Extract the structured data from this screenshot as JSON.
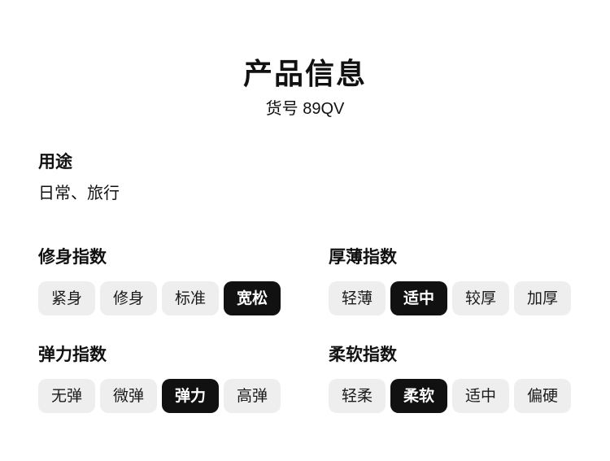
{
  "header": {
    "title": "产品信息",
    "item_number": "货号 89QV"
  },
  "usage": {
    "heading": "用途",
    "value": "日常、旅行"
  },
  "indices": [
    {
      "heading": "修身指数",
      "options": [
        {
          "label": "紧身",
          "selected": false
        },
        {
          "label": "修身",
          "selected": false
        },
        {
          "label": "标准",
          "selected": false
        },
        {
          "label": "宽松",
          "selected": true
        }
      ]
    },
    {
      "heading": "厚薄指数",
      "options": [
        {
          "label": "轻薄",
          "selected": false
        },
        {
          "label": "适中",
          "selected": true
        },
        {
          "label": "较厚",
          "selected": false
        },
        {
          "label": "加厚",
          "selected": false
        }
      ]
    },
    {
      "heading": "弹力指数",
      "options": [
        {
          "label": "无弹",
          "selected": false
        },
        {
          "label": "微弹",
          "selected": false
        },
        {
          "label": "弹力",
          "selected": true
        },
        {
          "label": "高弹",
          "selected": false
        }
      ]
    },
    {
      "heading": "柔软指数",
      "options": [
        {
          "label": "轻柔",
          "selected": false
        },
        {
          "label": "柔软",
          "selected": true
        },
        {
          "label": "适中",
          "selected": false
        },
        {
          "label": "偏硬",
          "selected": false
        }
      ]
    }
  ],
  "colors": {
    "background": "#ffffff",
    "pill_background": "#eeeeee",
    "pill_selected_background": "#111111",
    "pill_selected_text": "#ffffff",
    "text": "#111111"
  }
}
